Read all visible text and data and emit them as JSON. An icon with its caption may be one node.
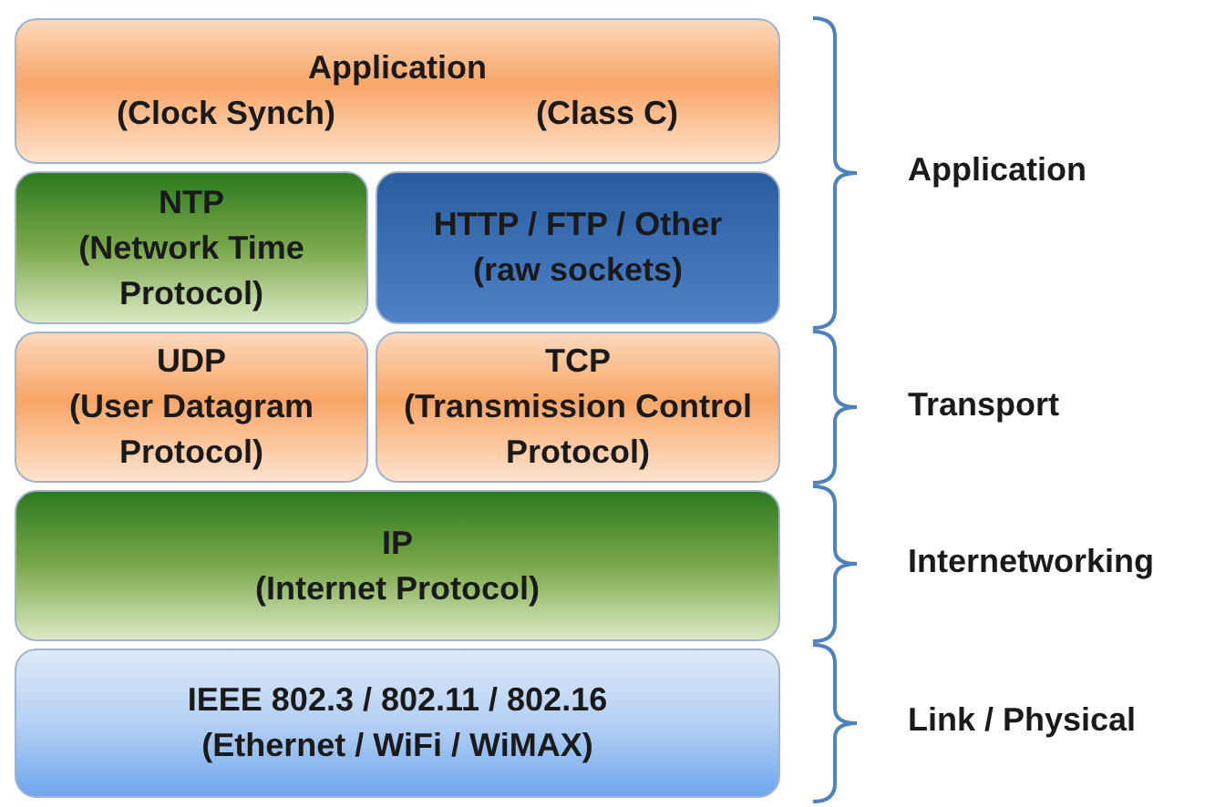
{
  "diagram": {
    "nodes": [
      {
        "text": [
          "Application",
          "(Clock Synch)",
          "(Class C)"
        ]
      },
      {
        "text": [
          "NTP",
          "(Network Time Protocol)"
        ]
      },
      {
        "text": [
          "HTTP / FTP / Other (raw sockets)"
        ]
      },
      {
        "text": [
          "UDP",
          "(User Datagram Protocol)"
        ]
      },
      {
        "text": [
          "TCP",
          "(Transmission Control Protocol)"
        ]
      },
      {
        "text": [
          "IP",
          "(Internet Protocol)"
        ]
      },
      {
        "text": [
          "IEEE 802.3 / 802.11 / 802.16",
          "(Ethernet / WiFi / WiMAX)"
        ]
      }
    ],
    "edges": [],
    "labels": [
      "Application",
      "Transport",
      "Internetworking",
      "Link / Physical"
    ]
  }
}
